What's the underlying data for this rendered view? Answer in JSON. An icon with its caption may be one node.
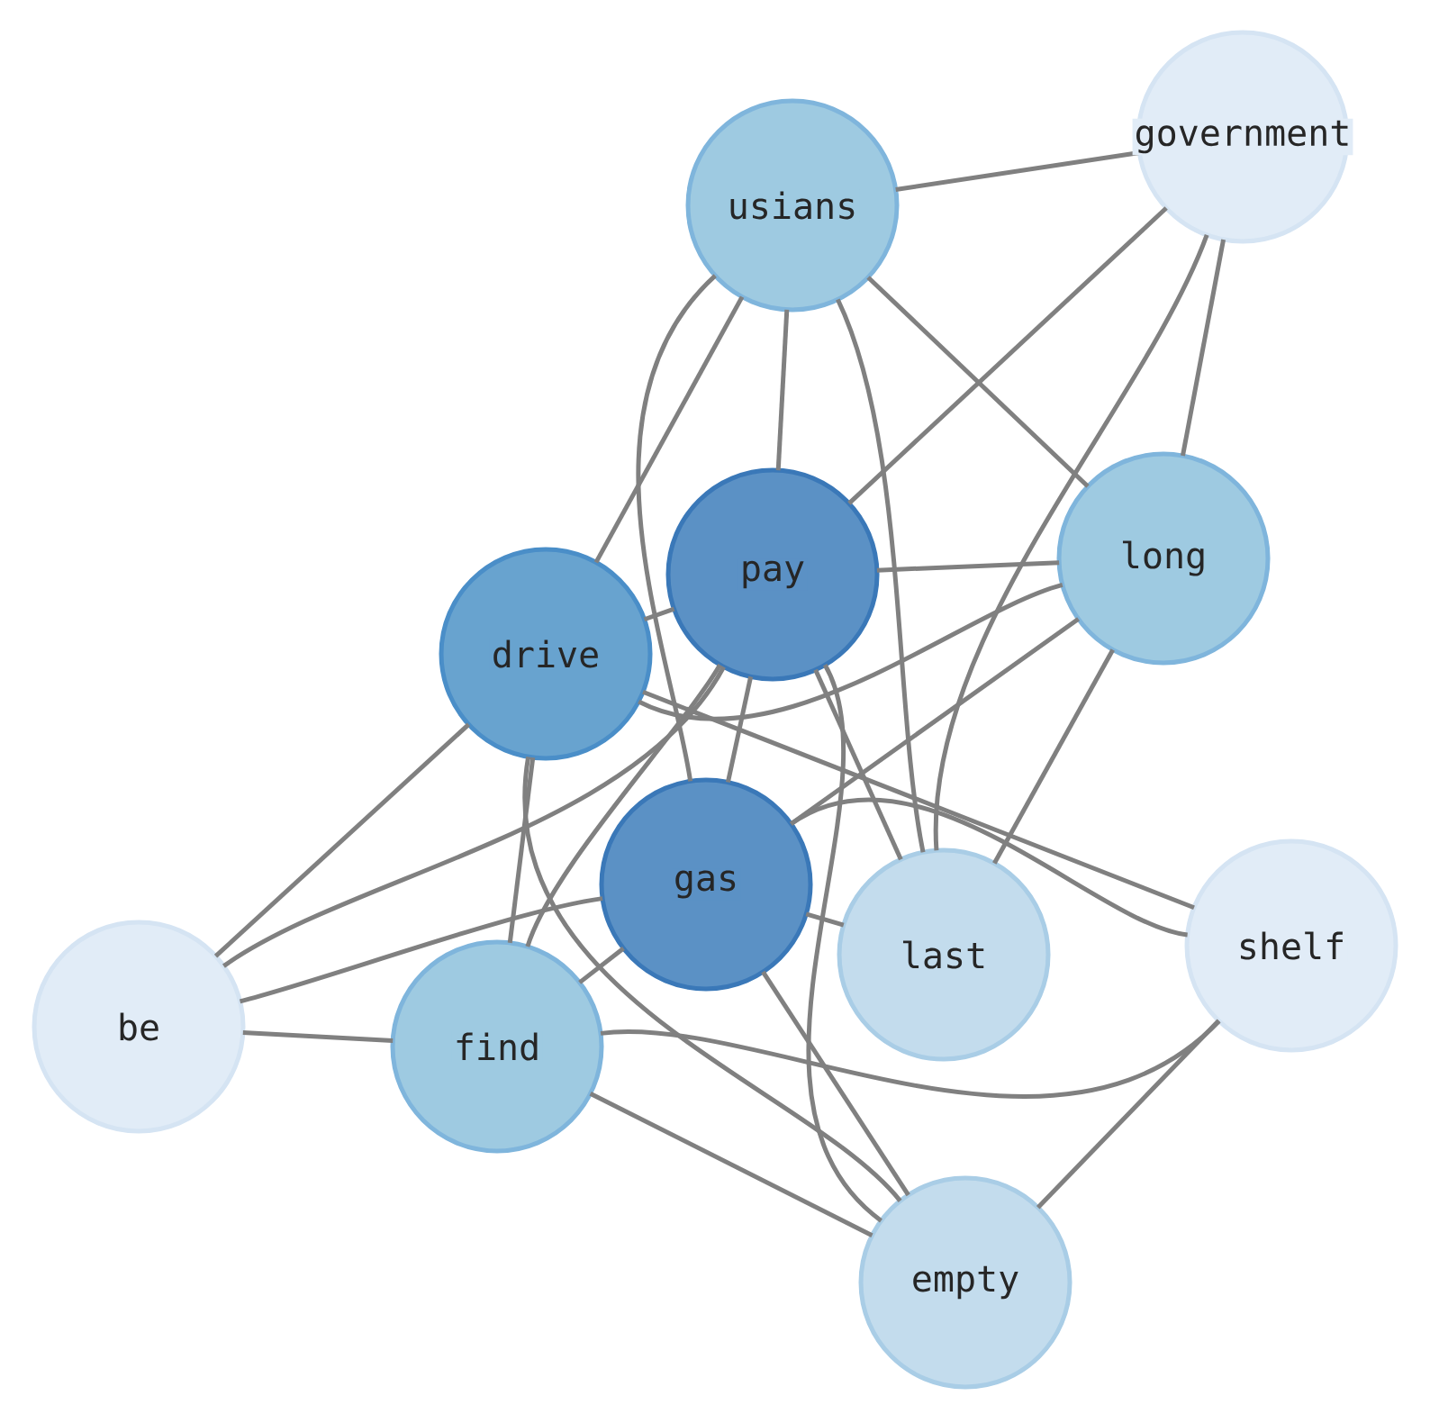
{
  "diagram": {
    "nodes": [
      {
        "text": [
          "usians"
        ]
      },
      {
        "text": [
          "government"
        ]
      },
      {
        "text": [
          "pay"
        ]
      },
      {
        "text": [
          "long"
        ]
      },
      {
        "text": [
          "drive"
        ]
      },
      {
        "text": [
          "gas"
        ]
      },
      {
        "text": [
          "last"
        ]
      },
      {
        "text": [
          "shelf"
        ]
      },
      {
        "text": [
          "be"
        ]
      },
      {
        "text": [
          "find"
        ]
      },
      {
        "text": [
          "empty"
        ]
      }
    ],
    "edges": [
      {
        "from": 0,
        "to": 1,
        "arrow": "none"
      },
      {
        "from": 0,
        "to": 3,
        "arrow": "none"
      },
      {
        "from": 0,
        "to": 4,
        "arrow": "none"
      },
      {
        "from": 0,
        "to": 2,
        "arrow": "none"
      },
      {
        "from": 0,
        "to": 5,
        "arrow": "none"
      },
      {
        "from": 0,
        "to": 6,
        "arrow": "none"
      },
      {
        "from": 1,
        "to": 2,
        "arrow": "none"
      },
      {
        "from": 1,
        "to": 3,
        "arrow": "none"
      },
      {
        "from": 1,
        "to": 6,
        "arrow": "none"
      },
      {
        "from": 2,
        "to": 3,
        "arrow": "none"
      },
      {
        "from": 4,
        "to": 3,
        "arrow": "none"
      },
      {
        "from": 2,
        "to": 4,
        "arrow": "none"
      },
      {
        "from": 2,
        "to": 8,
        "arrow": "none"
      },
      {
        "from": 2,
        "to": 9,
        "arrow": "none"
      },
      {
        "from": 2,
        "to": 5,
        "arrow": "none"
      },
      {
        "from": 2,
        "to": 6,
        "arrow": "none"
      },
      {
        "from": 2,
        "to": 10,
        "arrow": "none"
      },
      {
        "from": 3,
        "to": 5,
        "arrow": "none"
      },
      {
        "from": 3,
        "to": 6,
        "arrow": "none"
      },
      {
        "from": 4,
        "to": 8,
        "arrow": "none"
      },
      {
        "from": 4,
        "to": 9,
        "arrow": "none"
      },
      {
        "from": 4,
        "to": 10,
        "arrow": "none"
      },
      {
        "from": 4,
        "to": 7,
        "arrow": "none"
      },
      {
        "from": 5,
        "to": 6,
        "arrow": "none"
      },
      {
        "from": 5,
        "to": 7,
        "arrow": "none"
      },
      {
        "from": 5,
        "to": 8,
        "arrow": "none"
      },
      {
        "from": 5,
        "to": 9,
        "arrow": "none"
      },
      {
        "from": 5,
        "to": 10,
        "arrow": "none"
      },
      {
        "from": 9,
        "to": 8,
        "arrow": "none"
      },
      {
        "from": 9,
        "to": 7,
        "arrow": "none"
      },
      {
        "from": 9,
        "to": 10,
        "arrow": "none"
      },
      {
        "from": 7,
        "to": 10,
        "arrow": "none"
      }
    ]
  }
}
